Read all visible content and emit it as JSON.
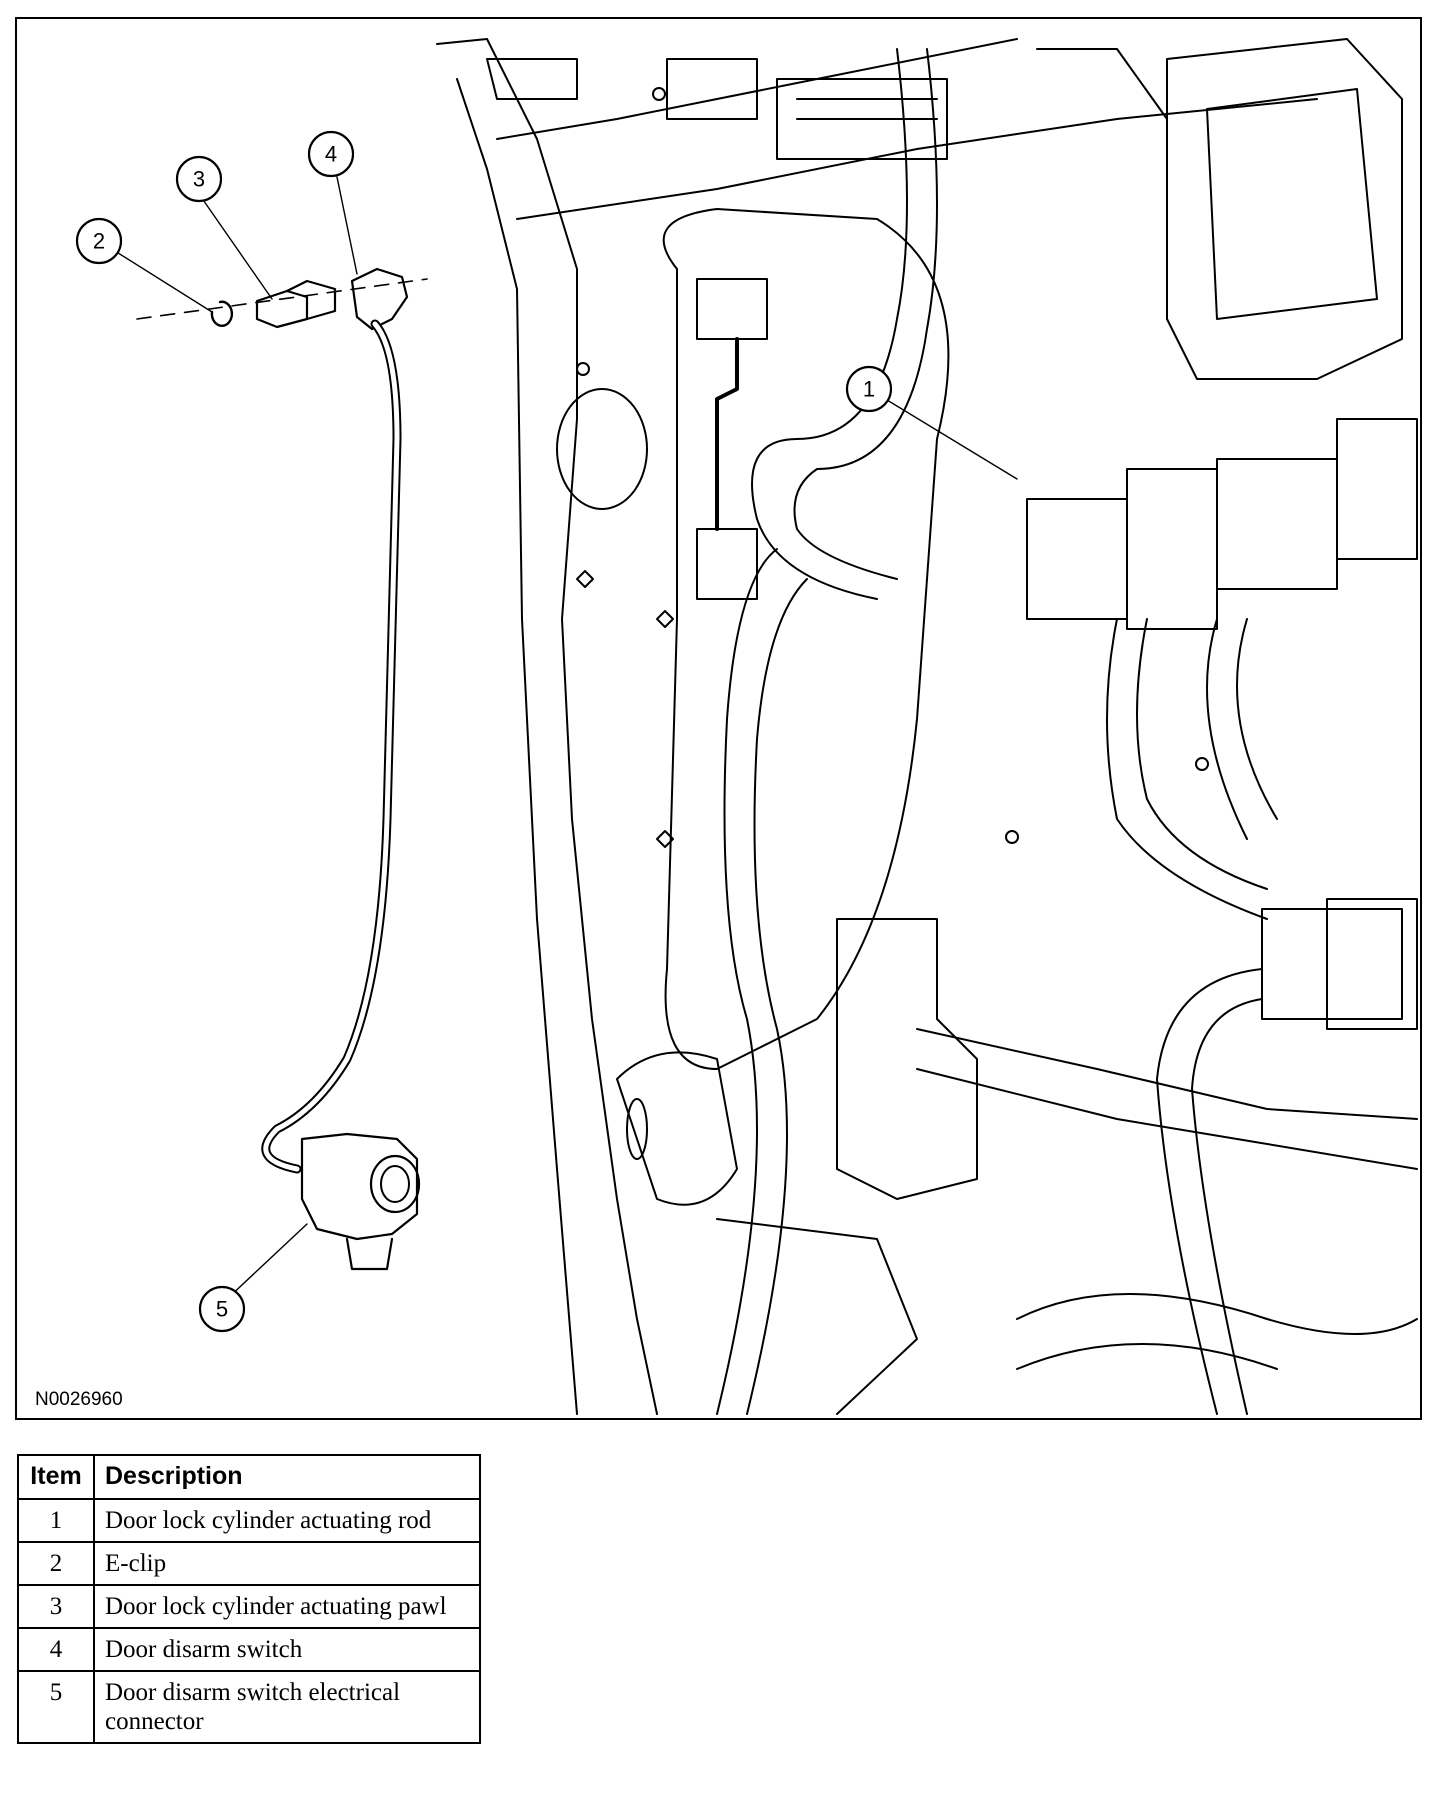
{
  "figure": {
    "id_label": "N0026960",
    "callouts": [
      "1",
      "2",
      "3",
      "4",
      "5"
    ]
  },
  "legend": {
    "headers": {
      "item": "Item",
      "description": "Description"
    },
    "rows": [
      {
        "item": "1",
        "description": "Door lock cylinder actuating rod"
      },
      {
        "item": "2",
        "description": "E-clip"
      },
      {
        "item": "3",
        "description": "Door lock cylinder actuating pawl"
      },
      {
        "item": "4",
        "description": "Door disarm switch"
      },
      {
        "item": "5",
        "description": "Door disarm switch electrical connector"
      }
    ]
  }
}
